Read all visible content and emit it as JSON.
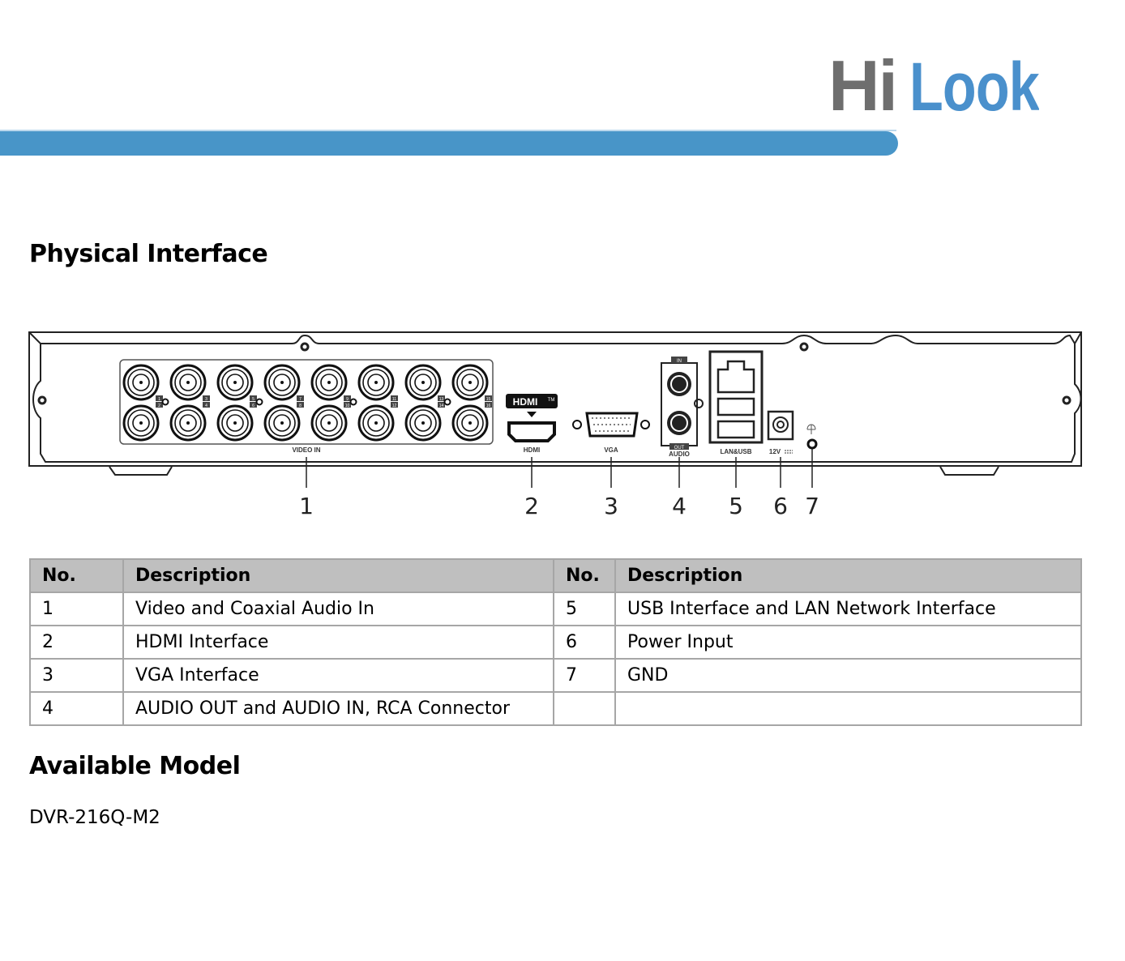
{
  "brand": {
    "logo_text_part1": "Hi",
    "logo_text_part2": "Look",
    "colors": {
      "gray": "#6e6e6e",
      "blue": "#4a90cc",
      "band": "#4895c8"
    }
  },
  "sections": {
    "physical_interface_title": "Physical Interface",
    "available_model_title": "Available Model"
  },
  "diagram": {
    "port_labels": {
      "video_in": "VIDEO IN",
      "hdmi_badge": "HDMI",
      "hdmi_tm": "TM",
      "hdmi": "HDMI",
      "vga": "VGA",
      "audio_in": "IN",
      "audio_out": "OUT",
      "audio": "AUDIO",
      "lan_usb": "LAN&USB",
      "power": "12V"
    },
    "channel_numbers": [
      "1",
      "2",
      "3",
      "4",
      "5",
      "6",
      "7",
      "8",
      "9",
      "10",
      "11",
      "12",
      "13",
      "14",
      "15",
      "16"
    ],
    "callouts": [
      "1",
      "2",
      "3",
      "4",
      "5",
      "6",
      "7"
    ]
  },
  "table": {
    "headers": [
      "No.",
      "Description",
      "No.",
      "Description"
    ],
    "rows": [
      {
        "no_a": "1",
        "desc_a": "Video and Coaxial Audio In",
        "no_b": "5",
        "desc_b": "USB Interface and LAN Network Interface"
      },
      {
        "no_a": "2",
        "desc_a": "HDMI Interface",
        "no_b": "6",
        "desc_b": "Power Input"
      },
      {
        "no_a": "3",
        "desc_a": "VGA Interface",
        "no_b": "7",
        "desc_b": "GND"
      },
      {
        "no_a": "4",
        "desc_a": "AUDIO OUT and AUDIO IN, RCA Connector",
        "no_b": "",
        "desc_b": ""
      }
    ]
  },
  "model": {
    "name": "DVR-216Q-M2"
  }
}
